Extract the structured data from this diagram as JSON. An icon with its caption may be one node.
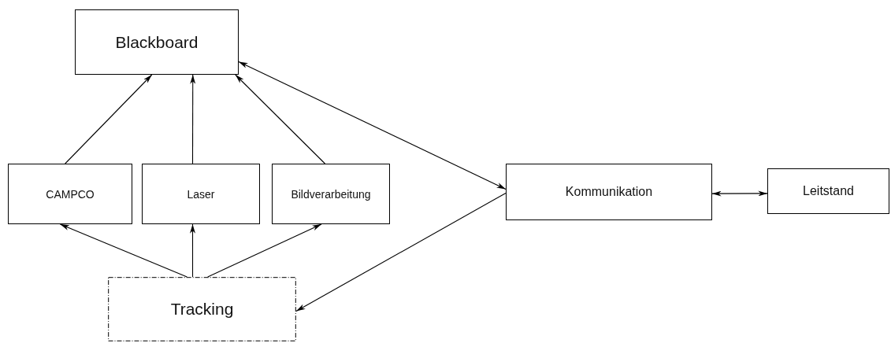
{
  "diagram": {
    "nodes": [
      {
        "text": [
          "Blackboard"
        ]
      },
      {
        "text": [
          "CAMPCO"
        ]
      },
      {
        "text": [
          "Laser"
        ]
      },
      {
        "text": [
          "Bildverarbeitung"
        ]
      },
      {
        "text": [
          "Kommunikation"
        ]
      },
      {
        "text": [
          "Leitstand"
        ]
      },
      {
        "text": [
          "Tracking"
        ]
      }
    ],
    "edges": [
      {
        "from": 1,
        "to": 0,
        "arrow": "to"
      },
      {
        "from": 2,
        "to": 0,
        "arrow": "to"
      },
      {
        "from": 3,
        "to": 0,
        "arrow": "to"
      },
      {
        "from": 0,
        "to": 4,
        "arrow": "both"
      },
      {
        "from": 4,
        "to": 5,
        "arrow": "both"
      },
      {
        "from": 6,
        "to": 1,
        "arrow": "to"
      },
      {
        "from": 6,
        "to": 2,
        "arrow": "to"
      },
      {
        "from": 6,
        "to": 3,
        "arrow": "to"
      },
      {
        "from": 4,
        "to": 6,
        "arrow": "to"
      }
    ]
  }
}
